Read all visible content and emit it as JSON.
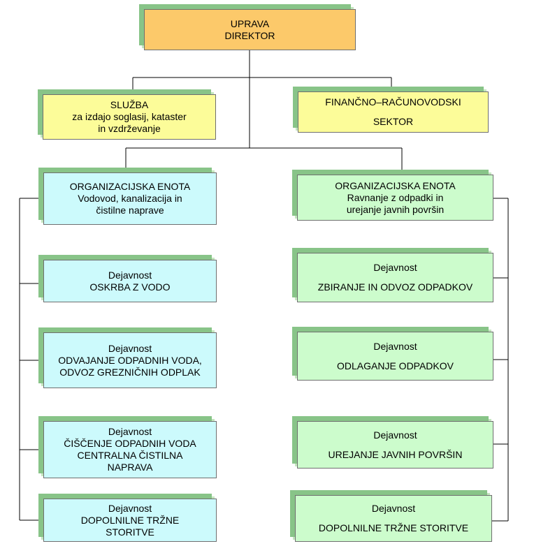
{
  "director": {
    "line1": "UPRAVA",
    "line2": "DIREKTOR"
  },
  "service": {
    "line1": "SLUŽBA",
    "line2": "za izdajo soglasij,  kataster",
    "line3": "in vzdrževanje"
  },
  "finance": {
    "line1": "FINANČNO–RAČUNOVODSKI",
    "line2": "SEKTOR"
  },
  "unit_water": {
    "line1": "ORGANIZACIJSKA ENOTA",
    "line2": "Vodovod, kanalizacija in",
    "line3": "čistilne naprave"
  },
  "unit_waste": {
    "line1": "ORGANIZACIJSKA ENOTA",
    "line2": "Ravnanje z odpadki in",
    "line3": "urejanje javnih površin"
  },
  "left_activities": [
    {
      "lines": [
        "Dejavnost",
        "OSKRBA Z VODO"
      ]
    },
    {
      "lines": [
        "Dejavnost",
        "ODVAJANJE ODPADNIH VODA,",
        "ODVOZ GREZNIČNIH ODPLAK"
      ]
    },
    {
      "lines": [
        "Dejavnost",
        "ČIŠČENJE ODPADNIH VODA",
        "CENTRALNA ČISTILNA",
        "NAPRAVA"
      ]
    },
    {
      "lines": [
        "Dejavnost",
        "DOPOLNILNE TRŽNE",
        "STORITVE"
      ]
    }
  ],
  "right_activities": [
    {
      "lines": [
        "Dejavnost",
        "ZBIRANJE IN ODVOZ ODPADKOV"
      ]
    },
    {
      "lines": [
        "Dejavnost",
        "ODLAGANJE ODPADKOV"
      ]
    },
    {
      "lines": [
        "Dejavnost",
        "UREJANJE JAVNIH POVRŠIN"
      ]
    },
    {
      "lines": [
        "Dejavnost",
        "DOPOLNILNE TRŽNE STORITVE"
      ]
    }
  ],
  "colors": {
    "director": "#fcc96a",
    "service": "#fcfc99",
    "water_unit": "#ccfafc",
    "waste_unit": "#ccfccc",
    "shadow": "#88c488"
  }
}
